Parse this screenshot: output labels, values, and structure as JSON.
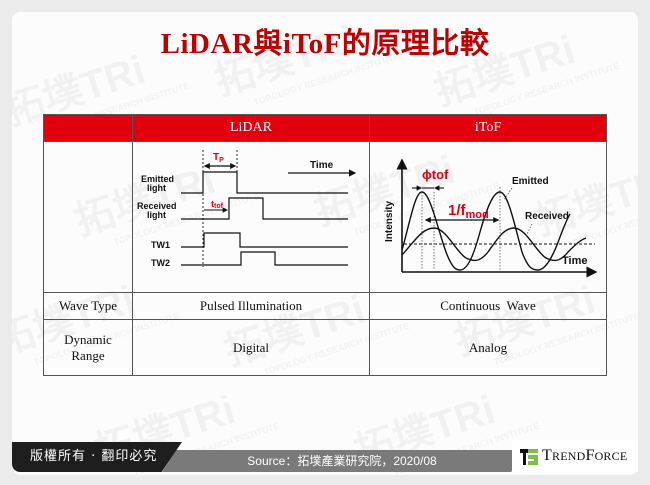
{
  "title": "LiDAR與iToF的原理比較",
  "table": {
    "headers": [
      "",
      "LiDAR",
      "iToF"
    ],
    "rows": [
      {
        "label": "",
        "lidar": "[LiDAR timing diagram]",
        "itof": "[iToF waveform diagram]"
      },
      {
        "label": "Wave Type",
        "lidar": "Pulsed Illumination",
        "itof": "Continuous  Wave"
      },
      {
        "label": "Dynamic Range",
        "lidar": "Digital",
        "itof": "Analog"
      }
    ],
    "row_labels": {
      "wave_type": "Wave Type",
      "dynamic_1": "Dynamic",
      "dynamic_2": "Range"
    }
  },
  "lidar_diagram": {
    "tp_label": "T",
    "tp_sub": "P",
    "time_label": "Time",
    "emitted_1": "Emitted",
    "emitted_2": "light",
    "received_1": "Received",
    "received_2": "light",
    "ttof_label": "t",
    "ttof_sub": "tof",
    "tw1": "TW1",
    "tw2": "TW2"
  },
  "itof_diagram": {
    "phi_label": "ϕtof",
    "fmod_label": "1/f",
    "fmod_sub": "mod",
    "emitted": "Emitted",
    "received": "Received",
    "intensity": "Intensity",
    "time": "Time"
  },
  "footer": {
    "copyright": "版權所有 · 翻印必究",
    "source": "Source：拓墣產業研究院，2020/08",
    "brand_big_t": "T",
    "brand_rend": "REND",
    "brand_big_f": "F",
    "brand_orce": "ORCE"
  },
  "watermark": {
    "cn": "拓墣TRi",
    "en": "TOPOLOGY RESEARCH INSTITUTE"
  },
  "colors": {
    "title": "#c00000",
    "header_red": "#e2000f",
    "accent_red": "#e2000f",
    "logo_green": "#7cc242"
  }
}
